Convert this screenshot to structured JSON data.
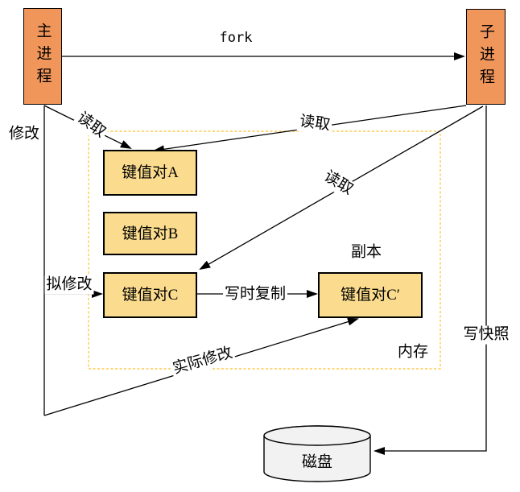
{
  "nodes": {
    "main_process": {
      "label": "主进程"
    },
    "child_process": {
      "label": "子进程"
    },
    "kv_a": {
      "label": "键值对A"
    },
    "kv_b": {
      "label": "键值对B"
    },
    "kv_c": {
      "label": "键值对C"
    },
    "kv_c_copy": {
      "label": "键值对C′"
    },
    "disk": {
      "label": "磁盘"
    }
  },
  "edge_labels": {
    "fork": "fork",
    "read_main_to_a": "读取",
    "read_child_to_a": "读取",
    "read_child_to_c": "读取",
    "modify": "修改",
    "intend_modify": "拟修改",
    "copy_on_write": "写时复制",
    "actual_modify": "实际修改",
    "write_snapshot": "写快照"
  },
  "region_labels": {
    "copy_note": "副本",
    "memory": "内存"
  },
  "colors": {
    "process_fill": "#F0965A",
    "kv_fill": "#FBDC8E",
    "memory_dash_border": "#FFC94D",
    "disk_fill": "#F2F2F2",
    "line": "#000000"
  }
}
